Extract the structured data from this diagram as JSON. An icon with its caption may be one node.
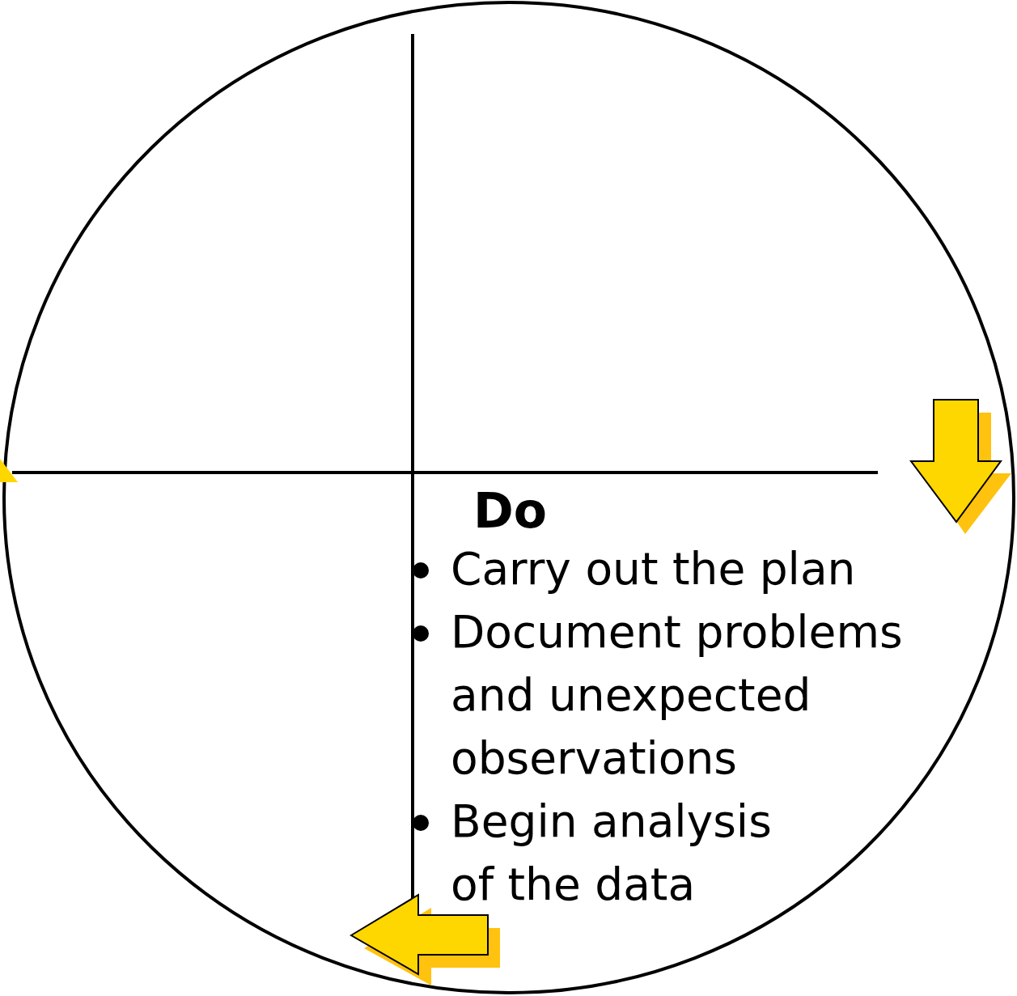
{
  "diagram": {
    "nodes": [
      {
        "text": [
          "Do",
          "Carry out the plan",
          "Document problems and unexpected observations",
          "Begin analysis of the data"
        ]
      }
    ]
  }
}
